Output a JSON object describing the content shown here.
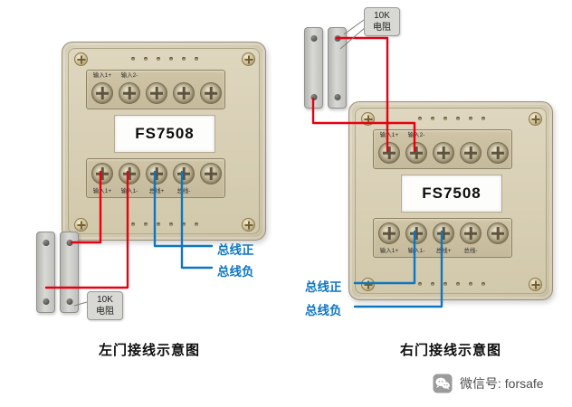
{
  "left_diagram": {
    "module": {
      "model": "FS7508",
      "top_terminal_labels": [
        "输入1+",
        "输入2-",
        "",
        "",
        ""
      ],
      "bottom_terminal_labels": [
        "输入1+",
        "输入1-",
        "总线+",
        "总线-",
        ""
      ]
    },
    "resistor_callout": "10K\n电阻",
    "bus_positive_label": "总线正",
    "bus_negative_label": "总线负",
    "caption": "左门接线示意图"
  },
  "right_diagram": {
    "module": {
      "model": "FS7508",
      "top_terminal_labels": [
        "输入1+",
        "输入2-",
        "",
        "",
        ""
      ],
      "bottom_terminal_labels": [
        "输入1+",
        "输入1-",
        "总线+",
        "总线-",
        ""
      ]
    },
    "resistor_callout": "10K\n电阻",
    "bus_positive_label": "总线正",
    "bus_negative_label": "总线负",
    "caption": "右门接线示意图"
  },
  "footer": {
    "wechat_label": "微信号: forsafe"
  },
  "colors": {
    "wire_red": "#e60012",
    "wire_blue": "#0e76c0",
    "module_body": "#d6cdb2",
    "module_strip": "#c5ba9c",
    "contact_gray": "#d9d9d6",
    "callout_bg": "#d8d8d4"
  }
}
